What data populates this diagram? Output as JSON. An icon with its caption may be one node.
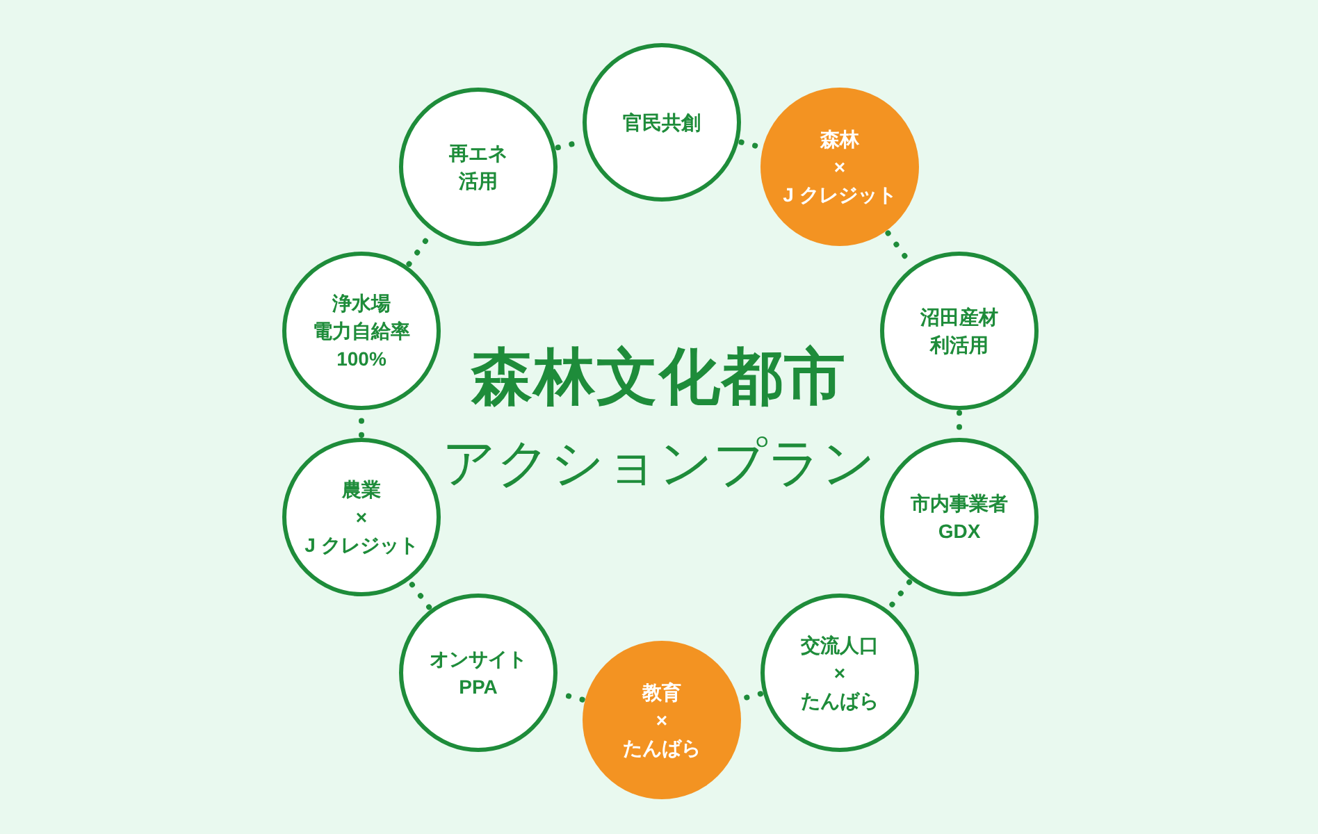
{
  "diagram": {
    "title": "森林文化都市",
    "nodes": [
      {
        "text": [
          "官民共創"
        ]
      },
      {
        "text": [
          "森林",
          "×",
          "J クレジット"
        ]
      },
      {
        "text": [
          "沼田産材",
          "利活用"
        ]
      },
      {
        "text": [
          "市内事業者",
          "GDX"
        ]
      },
      {
        "text": [
          "交流人口",
          "×",
          "たんばら"
        ]
      },
      {
        "text": [
          "教育",
          "×",
          "たんばら"
        ]
      },
      {
        "text": [
          "オンサイト",
          "PPA"
        ]
      },
      {
        "text": [
          "農業",
          "×",
          "J クレジット"
        ]
      },
      {
        "text": [
          "浄水場",
          "電力自給率",
          "100%"
        ]
      },
      {
        "text": [
          "再エネ",
          "活用"
        ]
      }
    ],
    "edges": [
      {
        "from": 0,
        "to": 1,
        "arrow": "none",
        "style": "dashed"
      },
      {
        "from": 1,
        "to": 2,
        "arrow": "none",
        "style": "dashed"
      },
      {
        "from": 2,
        "to": 3,
        "arrow": "none",
        "style": "dashed"
      },
      {
        "from": 3,
        "to": 4,
        "arrow": "none",
        "style": "dashed"
      },
      {
        "from": 4,
        "to": 5,
        "arrow": "none",
        "style": "dashed"
      },
      {
        "from": 5,
        "to": 6,
        "arrow": "none",
        "style": "dashed"
      },
      {
        "from": 6,
        "to": 7,
        "arrow": "none",
        "style": "dashed"
      },
      {
        "from": 7,
        "to": 8,
        "arrow": "none",
        "style": "dashed"
      },
      {
        "from": 8,
        "to": 9,
        "arrow": "none",
        "style": "dashed"
      },
      {
        "from": 9,
        "to": 0,
        "arrow": "none",
        "style": "dashed"
      }
    ],
    "labels": [
      "アクションプラン"
    ]
  }
}
